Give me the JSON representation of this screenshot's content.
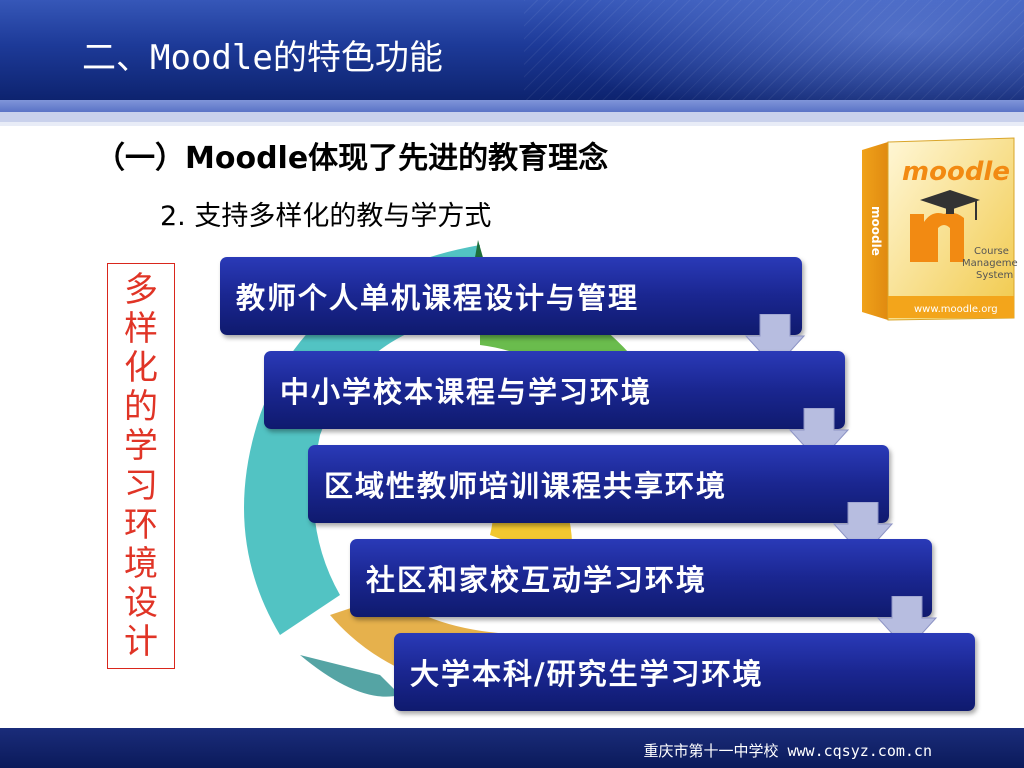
{
  "slide": {
    "title": "二、Moodle的特色功能",
    "heading": "（一）Moodle体现了先进的教育理念",
    "subheading": "2. 支持多样化的教与学方式"
  },
  "side_label": [
    "多",
    "样",
    "化",
    "的",
    "学",
    "习",
    "环",
    "境",
    "设",
    "计"
  ],
  "steps": [
    {
      "label": "教师个人单机课程设计与管理"
    },
    {
      "label": "中小学校本课程与学习环境"
    },
    {
      "label": "区域性教师培训课程共享环境"
    },
    {
      "label": "社区和家校互动学习环境"
    },
    {
      "label": "大学本科/研究生学习环境"
    }
  ],
  "moodle_box": {
    "logo_text": "moodle",
    "side_text": [
      "Course",
      "Management",
      "System"
    ],
    "url": "www.moodle.org"
  },
  "footer": {
    "text": "重庆市第十一中学校 www.cqsyz.com.cn"
  },
  "colors": {
    "header": "#1d3a98",
    "step_fill": "#1a2690",
    "arrow_fill": "#b7bde0",
    "label_red": "#e03426",
    "footer": "#0b1a5a"
  }
}
